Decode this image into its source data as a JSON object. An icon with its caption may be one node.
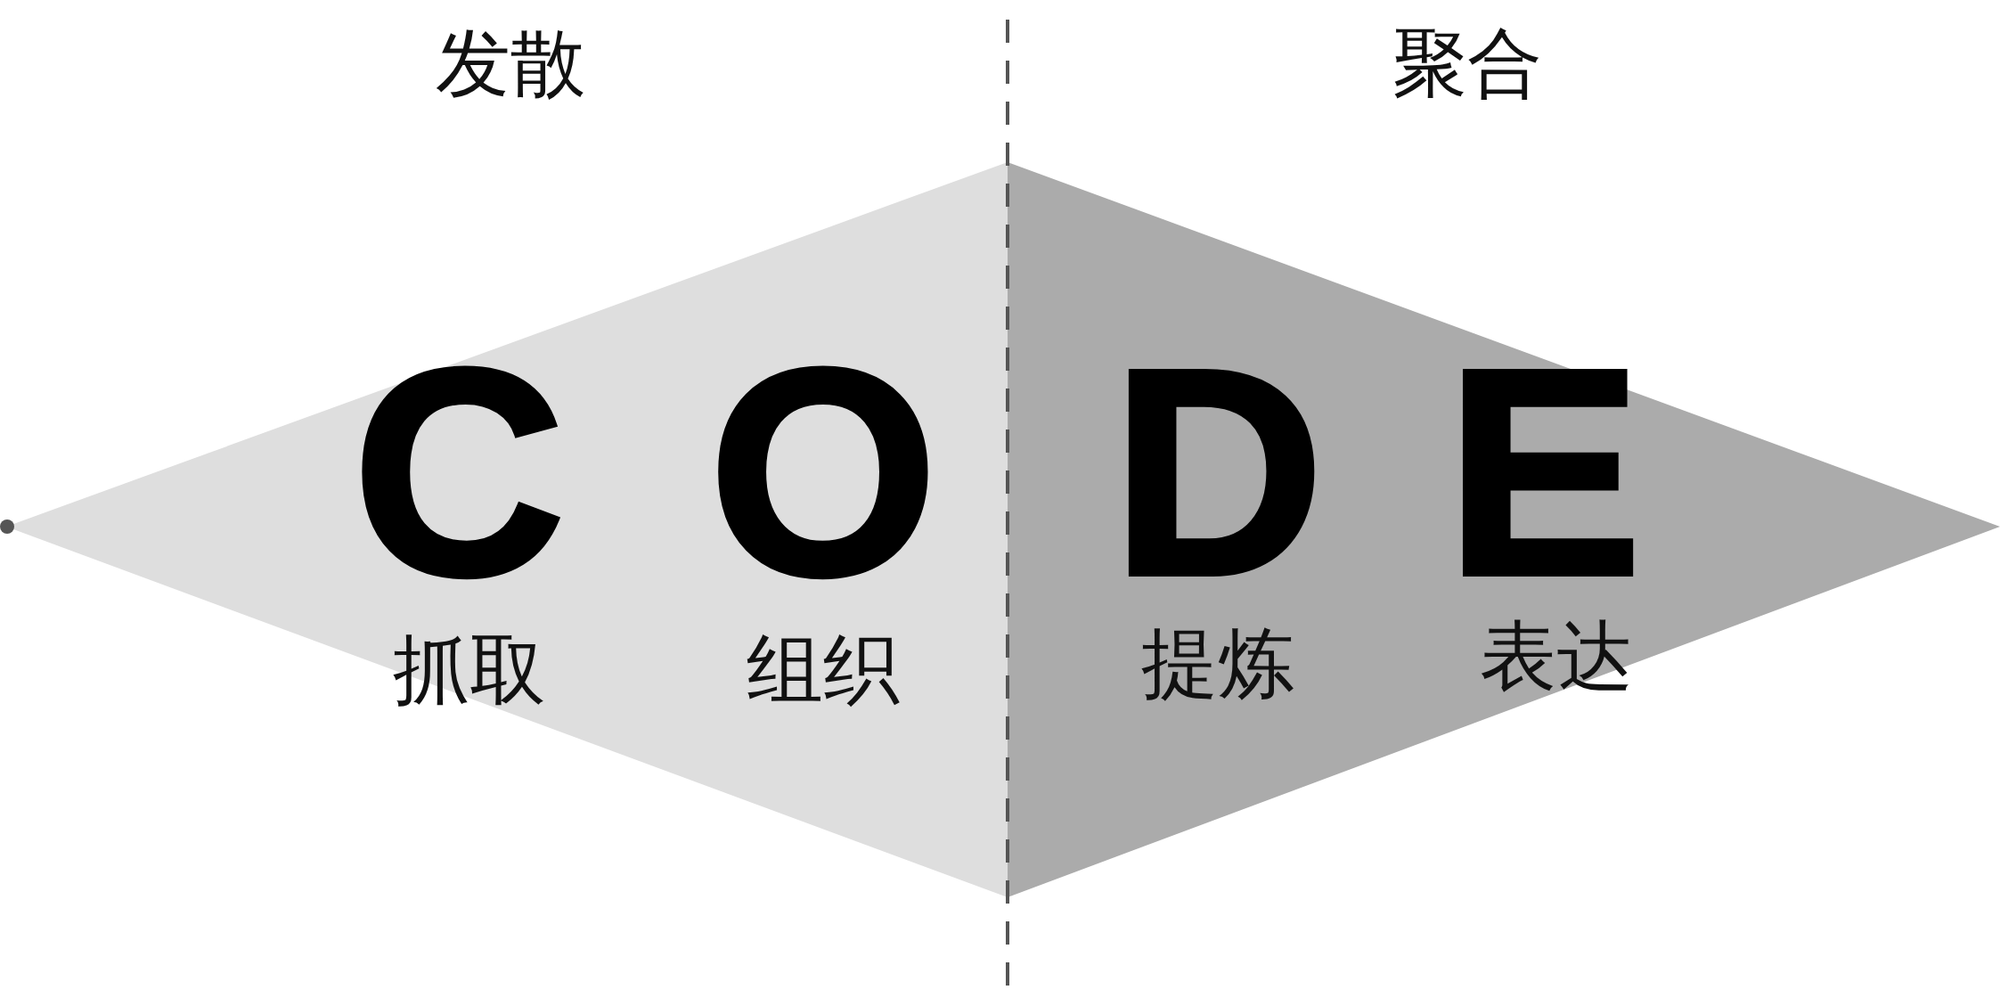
{
  "diagram": {
    "nodes": [
      {
        "text": [
          "C",
          "抓取",
          "O",
          "组织"
        ]
      },
      {
        "text": [
          "D",
          "提炼",
          "E",
          "表达"
        ]
      }
    ],
    "labels": [
      "发散",
      "聚合"
    ]
  }
}
